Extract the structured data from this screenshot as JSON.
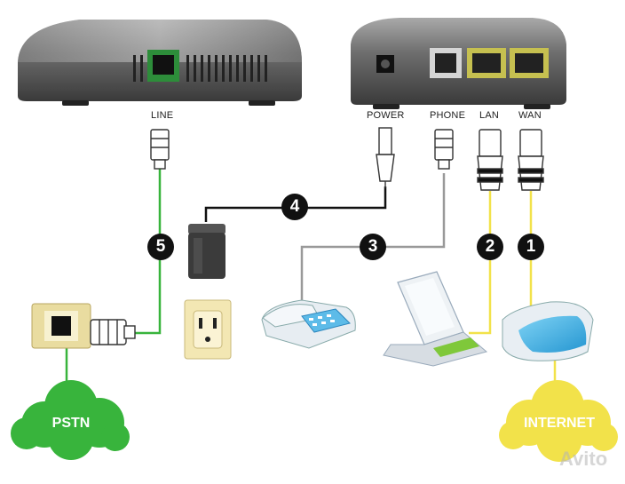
{
  "ports": {
    "line": "LINE",
    "power": "POWER",
    "phone": "PHONE",
    "lan": "LAN",
    "wan": "WAN"
  },
  "steps": {
    "s1": "1",
    "s2": "2",
    "s3": "3",
    "s4": "4",
    "s5": "5"
  },
  "clouds": {
    "pstn": "PSTN",
    "internet": "INTERNET"
  },
  "watermark": "Avito",
  "colors": {
    "pstn_green": "#38b43c",
    "internet_yellow": "#f2e24a",
    "power_cable": "#111111",
    "phone_cable": "#999999"
  }
}
